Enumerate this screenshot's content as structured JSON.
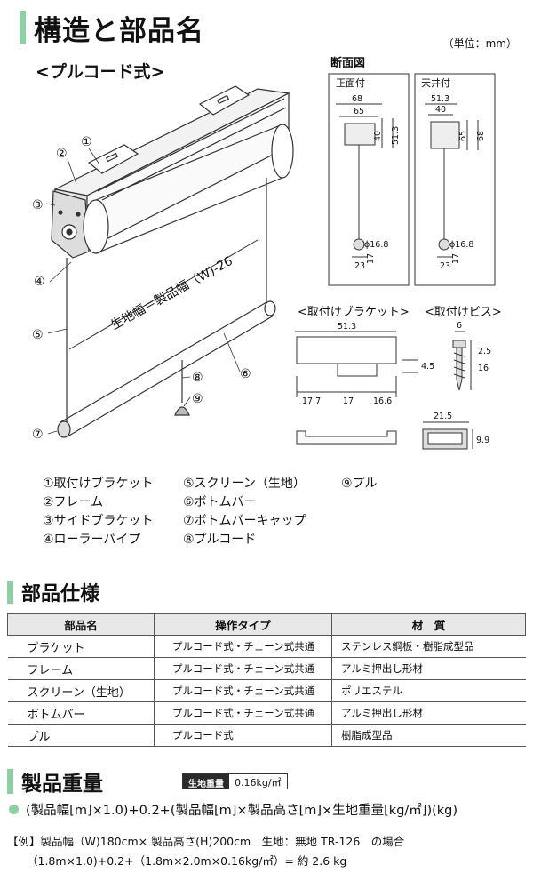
{
  "section1": {
    "title": "構造と部品名",
    "unit": "（単位：mm）",
    "subtitle": "<プルコード式>"
  },
  "diagram": {
    "cross_section_title": "断面図",
    "front_mount": "正面付",
    "ceiling_mount": "天井付",
    "front_dims": {
      "w1": "68",
      "w2": "65",
      "h1": "40",
      "h2": "51.3",
      "dia": "ϕ16.8",
      "h3": "17",
      "w3": "23"
    },
    "ceiling_dims": {
      "w1": "51.3",
      "w2": "40",
      "h1": "65",
      "h2": "68",
      "dia": "ϕ16.8",
      "h3": "17",
      "w3": "23"
    },
    "bracket_title": "<取付けブラケット>",
    "screw_title": "<取付けビス>",
    "bracket_dims": {
      "total": "51.3",
      "h": "4.5",
      "a": "17.7",
      "b": "17",
      "c": "16.6"
    },
    "screw_dims": {
      "head": "6",
      "d": "2.5",
      "len": "16"
    },
    "cap_dims": {
      "w": "21.5",
      "h": "9.9"
    },
    "width_label": "生地幅＝製品幅（W)-26",
    "markers": [
      "①",
      "②",
      "③",
      "④",
      "⑤",
      "⑥",
      "⑦",
      "⑧",
      "⑨"
    ]
  },
  "legend": [
    "①取付けブラケット",
    "⑤スクリーン（生地）",
    "⑨プル",
    "②フレーム",
    "⑥ボトムバー",
    "③サイドブラケット",
    "⑦ボトムバーキャップ",
    "④ローラーパイプ",
    "⑧プルコード"
  ],
  "section2": {
    "title": "部品仕様",
    "headers": [
      "部品名",
      "操作タイプ",
      "材　質"
    ],
    "rows": [
      [
        "ブラケット",
        "プルコード式・チェーン式共通",
        "ステンレス鋼板・樹脂成型品"
      ],
      [
        "フレーム",
        "プルコード式・チェーン式共通",
        "アルミ押出し形材"
      ],
      [
        "スクリーン（生地）",
        "プルコード式・チェーン式共通",
        "ポリエステル"
      ],
      [
        "ボトムバー",
        "プルコード式・チェーン式共通",
        "アルミ押出し形材"
      ],
      [
        "プル",
        "プルコード式",
        "樹脂成型品"
      ]
    ]
  },
  "section3": {
    "title": "製品重量",
    "badge_key": "生地重量",
    "badge_value": "0.16kg/㎡",
    "formula": "(製品幅[m]×1.0)+0.2+(製品幅[m]×製品高さ[m]×生地重量[kg/㎡])(kg)",
    "example": "【例】製品幅（W)180cm× 製品高さ(H)200cm　生地：無地 TR-126　の場合",
    "calc": "（1.8m×1.0)+0.2+（1.8m×2.0m×0.16kg/㎡）= 約 2.6 kg"
  },
  "colors": {
    "accent": "#8fcfa5",
    "header_bg": "#e8e8e8",
    "badge_bg": "#2a2a2a"
  }
}
